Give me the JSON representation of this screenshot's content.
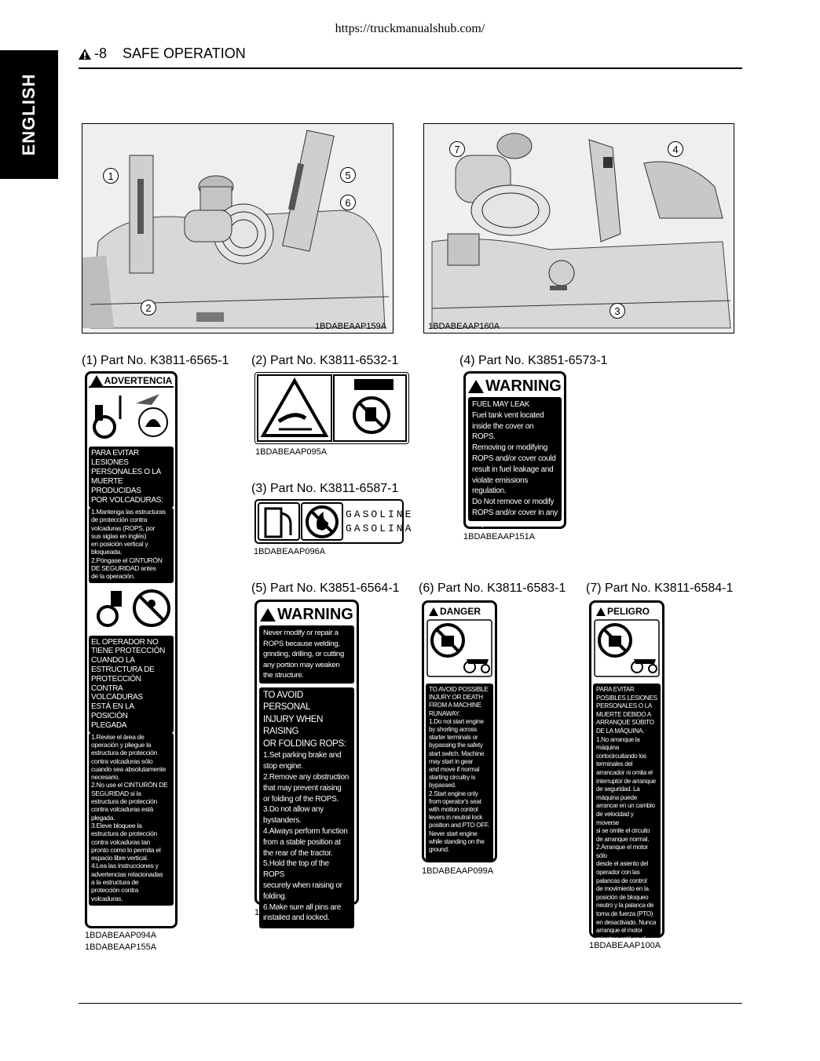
{
  "url": "https://truckmanualshub.com/",
  "side_tab": "ENGLISH",
  "header": {
    "page": "-8",
    "title": "SAFE OPERATION"
  },
  "photos": [
    {
      "code": "1BDABEAAP159A",
      "callouts": [
        "1",
        "5",
        "6",
        "2"
      ]
    },
    {
      "code": "1BDABEAAP160A",
      "callouts": [
        "7",
        "4",
        "3"
      ]
    }
  ],
  "labels": {
    "l1": {
      "part": "(1) Part No. K3811-6565-1",
      "title": "ADVERTENCIA",
      "block1": "PARA EVITAR LESIONES\nPERSONALES O LA\nMUERTE PRODUCIDAS\nPOR VOLCADURAS:",
      "block1b": "1.Mantenga las estructuras\n de protección contra\n volcaduras (ROPS, por\n sus siglas en inglés)\n en posición vertical y\n bloqueada.\n2.Póngase el CINTURÓN\n DE SEGURIDAD antes\n de la operación.",
      "block2": "EL OPERADOR NO\nTIENE PROTECCIÓN\nCUANDO LA\nESTRUCTURA DE\nPROTECCIÓN\nCONTRA VOLCADURAS\nESTÁ EN LA POSICIÓN\nPLEGADA",
      "block2b": "1.Revise el área de\n operación y pliegue la\n estructura de protección\n contra volcaduras sólo\n cuando sea absolutamente\n necesario.\n2.No use el CINTURÓN DE\n SEGURIDAD si la\n estructura de protección\n contra volcaduras está\n plegada.\n3.Eleve bloquee la\n estructura de protección\n contra volcaduras tan\n pronto como lo permita el\n espacio libre vertical.\n4.Lea las instrucciones y\n advertencias relacionadas\n a la estructura de\n protección contra\n volcaduras.",
      "code1": "1BDABEAAP094A",
      "code2": "1BDABEAAP155A"
    },
    "l2": {
      "part": "(2) Part No. K3811-6532-1",
      "code": "1BDABEAAP095A"
    },
    "l3": {
      "part": "(3) Part No. K3811-6587-1",
      "word1": "GASOLINE",
      "word2": "GASOLINA",
      "code": "1BDABEAAP096A"
    },
    "l4": {
      "part": "(4) Part No. K3851-6573-1",
      "title": "WARNING",
      "body": "FUEL MAY LEAK\nFuel tank vent located\ninside the cover on ROPS.\nRemoving or modifying\nROPS and/or cover could\nresult in fuel leakage and\nviolate emissions\nregulation.\nDo Not remove or modify\nROPS and/or cover in any\nway.",
      "code": "1BDABEAAP151A"
    },
    "l5": {
      "part": "(5) Part No. K3851-6564-1",
      "title": "WARNING",
      "body1": "Never modify or repair a\nROPS because welding,\ngrinding, drilling, or cutting\nany portion may weaken\nthe structure.",
      "body2h": "TO AVOID PERSONAL\nINJURY WHEN RAISING\nOR FOLDING ROPS:",
      "body2": "1.Set parking brake and\n stop engine.\n2.Remove any obstruction\n that may prevent raising\n or folding of the ROPS.\n3.Do not allow any\n bystanders.\n4.Always perform function\n from a stable position at\n the rear of the tractor.\n5.Hold the top of the ROPS\n securely when raising or\n folding.\n6.Make sure all pins are\n installed and locked.",
      "code": "1BDABEAAP150A"
    },
    "l6": {
      "part": "(6) Part No. K3811-6583-1",
      "title": "DANGER",
      "body": "TO AVOID POSSIBLE\nINJURY OR DEATH\nFROM A MACHINE\nRUNAWAY.\n1.Do not start engine\n by shorting across\n starter terminals or\n bypassing the safety\n start switch. Machine\n may start in gear\n and move if normal\n starting circuitry is\n bypassed.\n2.Start engine only\n from operator's seat\n with motion control\n levers in neutral lock\n position and PTO OFF.\n Never start engine\n while standing on the\n ground.",
      "code": "1BDABEAAP099A"
    },
    "l7": {
      "part": "(7) Part No. K3811-6584-1",
      "title": "PELIGRO",
      "body": "PARA EVITAR\nPOSIBLES LESIONES\nPERSONALES O LA\nMUERTE DEBIDO A\nARRANQUE SÚBITO\nDE LA MÁQUINA.\n1.No arranque la\n máquina\n cortocircuitando los\n terminales del\n arrancador ni omita el\n interruptor de arranque\n de seguridad. La\n máquina puede\n arrancar en un cambio\n de velocidad y moverse\n si se omite el circuito\n de arranque normal.\n2.Arranque el motor sólo\n desde el asiento del\n operador con las\n palancas de control\n de movimiento en la\n posición de bloqueo\n neutro y la palanca de\n toma de fuerza (PTO)\n en desactivado. Nunca\n arranque el motor\n mientras está en el\n suelo.",
      "code": "1BDABEAAP100A"
    }
  }
}
